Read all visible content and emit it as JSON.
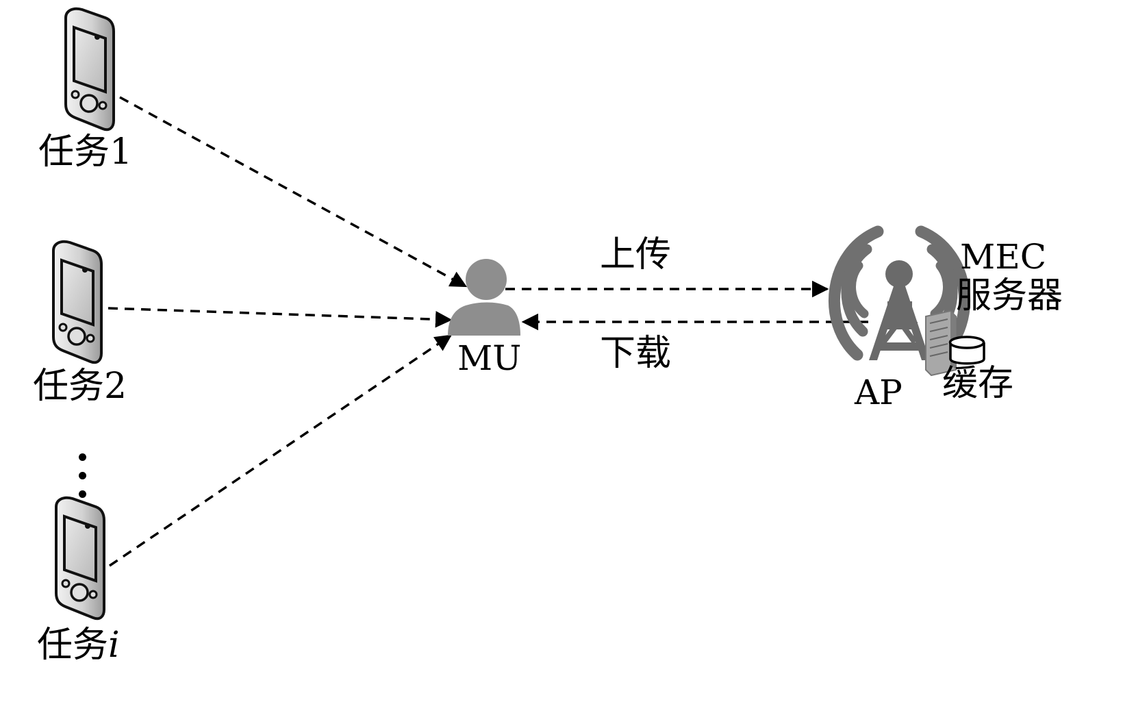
{
  "tasks": [
    {
      "prefix": "任务",
      "index": "1"
    },
    {
      "prefix": "任务",
      "index": "2"
    },
    {
      "prefix": "任务",
      "index": "i"
    }
  ],
  "mu_label": "MU",
  "upload_label": "上传",
  "download_label": "下载",
  "ap_label": "AP",
  "mec_line1": "MEC",
  "mec_line2": "服务器",
  "cache_label": "缓存",
  "colors": {
    "line": "#000000",
    "user": "#8e8e8e",
    "tower": "#6e6e6e",
    "phone_body": "#d6d6d6"
  }
}
